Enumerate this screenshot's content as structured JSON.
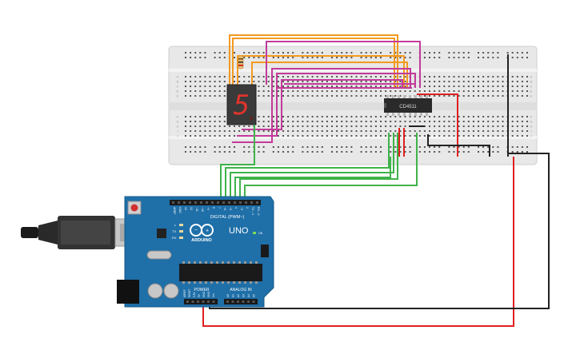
{
  "breadboard": {
    "row_labels_left": [
      "A",
      "B",
      "C",
      "D",
      "E",
      "F",
      "G",
      "H",
      "I",
      "J"
    ],
    "row_labels_right": [
      "A",
      "B",
      "C",
      "D",
      "E",
      "F",
      "G",
      "H",
      "I",
      "J"
    ]
  },
  "chip": {
    "label": "CD4511"
  },
  "display": {
    "digit": "5"
  },
  "arduino": {
    "logo_text": "ARDUINO",
    "model": "UNO",
    "digital_label": "DIGITAL (PWM~)",
    "power_label": "POWER",
    "analog_label": "ANALOG IN",
    "on_label": "ON",
    "tx_label": "TX",
    "rx_label": "RX",
    "l_label": "L",
    "header_top_pins": [
      "AREF",
      "GND",
      "13",
      "12",
      "~11",
      "~10",
      "~9",
      "8",
      "7",
      "~6",
      "~5",
      "4",
      "~3",
      "2",
      "TX→1",
      "RX←0"
    ],
    "header_power_pins": [
      "IOREF",
      "RESET",
      "3.3V",
      "5V",
      "GND",
      "GND",
      "Vin"
    ],
    "header_analog_pins": [
      "A0",
      "A1",
      "A2",
      "A3",
      "A4",
      "A5"
    ]
  },
  "colors": {
    "orange": "#f39a1e",
    "magenta": "#c23a9a",
    "green": "#3fb34a",
    "red": "#e02020",
    "black": "#222222",
    "board_blue": "#1f6fa8",
    "breadboard": "#eaeaea"
  }
}
